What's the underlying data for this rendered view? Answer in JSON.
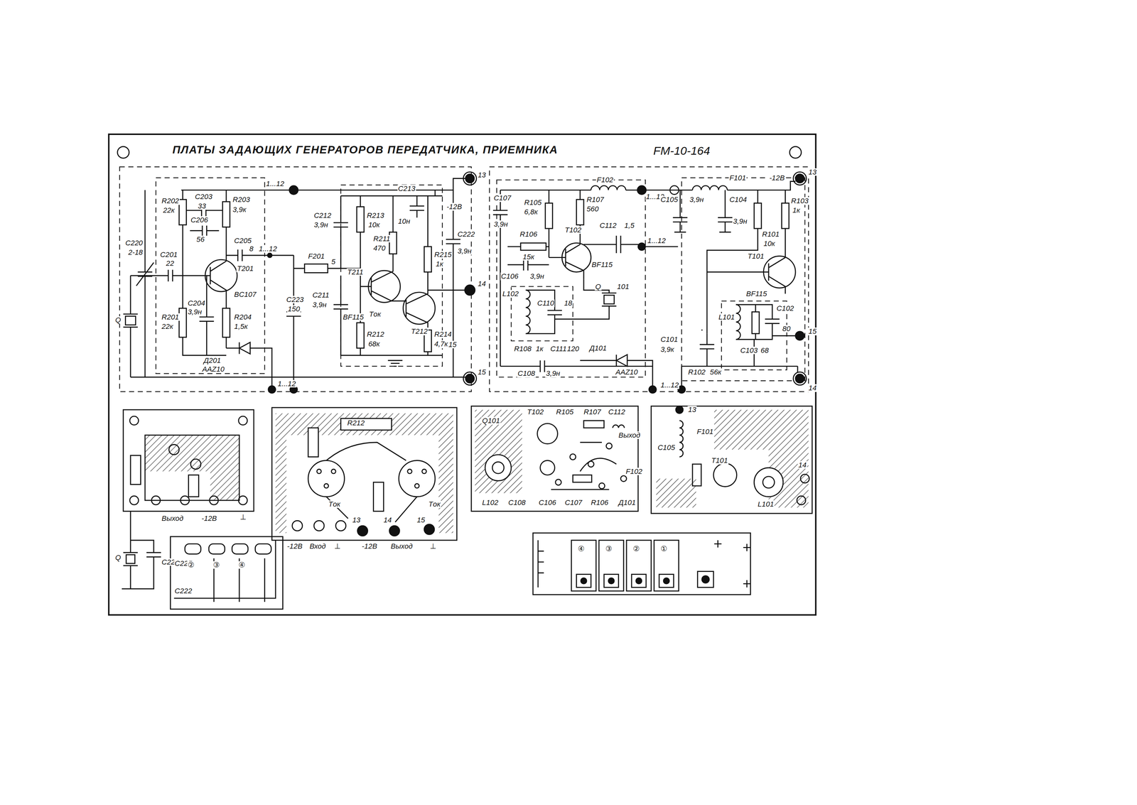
{
  "diagram": {
    "title": "ПЛАТЫ ЗАДАЮЩИХ ГЕНЕРАТОРОВ ПЕРЕДАТЧИКА, ПРИЕМНИКА",
    "labels": [
      "R202",
      "22к",
      "C203",
      "33",
      "R203",
      "3,9к",
      "C206",
      "56",
      "C205",
      "8",
      "C220",
      "2-18",
      "C201",
      "22",
      "T201",
      "BC107",
      "C204",
      "3,9н",
      "R201",
      "22к",
      "R204",
      "1,5к",
      "Д201",
      "AAZ10",
      "Q",
      "1...12",
      "1...12",
      "1...12",
      "C223",
      "150",
      "F201",
      "5",
      "C212",
      "3,9н",
      "R213",
      "10к",
      "C213",
      "10н",
      "R211",
      "470",
      "R215",
      "1к",
      "T211",
      "BF115",
      "T212",
      "BF115",
      "Tок",
      "C211",
      "3,9н",
      "R212",
      "68к",
      "R214",
      "4,7к",
      "13",
      "-12В",
      "C222",
      "3,9н",
      "14",
      "15",
      "C107",
      "3,9н",
      "R105",
      "6,8к",
      "R107",
      "560",
      "F102",
      "1...12",
      "C105",
      "3,9н",
      "C104",
      "3,9н",
      "F101",
      "-12В",
      "13",
      "R103",
      "1к",
      "R106",
      "15к",
      "T102",
      "BF115",
      "C112",
      "1,5",
      "1...12",
      "R101",
      "10к",
      "C106",
      "3,9н",
      "T101",
      "BF115",
      "L102",
      "C110",
      "18",
      "Q",
      "101",
      "L101",
      "C102",
      "80",
      "15",
      "R108",
      "1к",
      "C111",
      "120",
      "C101",
      "3,9к",
      "Д101",
      "AAZ10",
      "C103",
      "68",
      "R102",
      "56к",
      "C108",
      "3,9н",
      "14",
      "1...12",
      "Выход",
      "-12В",
      "⊥",
      "R212",
      "-12В",
      "Вход",
      "⊥",
      "13",
      "14",
      "15",
      "-12В",
      "Выход",
      "⊥",
      "Tок",
      "Tок",
      "T102",
      "R105",
      "R107",
      "C112",
      "Выход",
      "F102",
      "L102",
      "C108",
      "C106",
      "C107",
      "R106",
      "Д101",
      "Q101",
      "13",
      "F101",
      "C105",
      "T101",
      "L101",
      "14",
      "Q",
      "C221",
      "C225",
      "②",
      "③",
      "④",
      "④",
      "③",
      "②",
      "①",
      "C222",
      "FM-10-164"
    ]
  }
}
